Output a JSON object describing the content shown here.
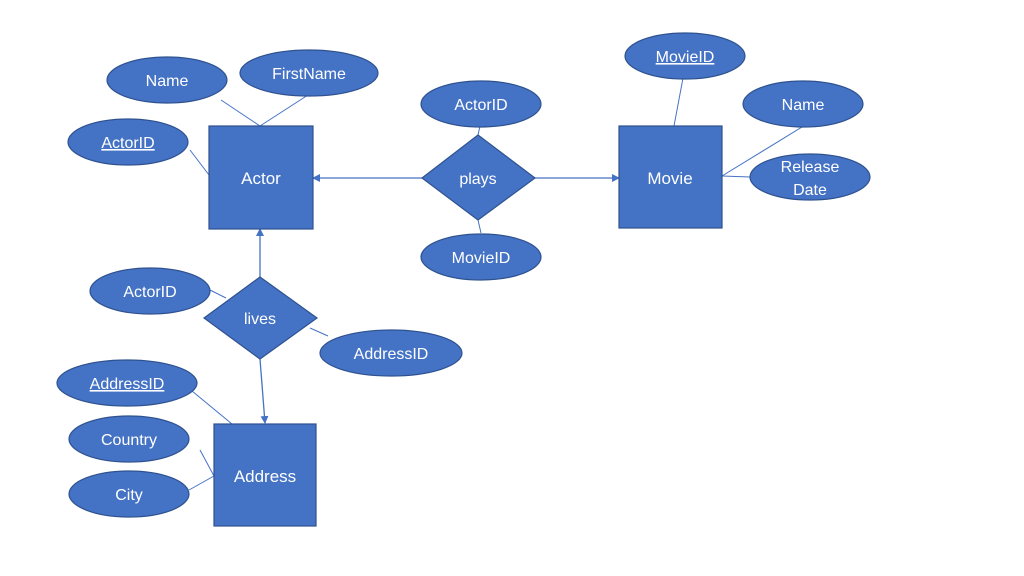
{
  "entities": {
    "actor": "Actor",
    "movie": "Movie",
    "address": "Address"
  },
  "relationships": {
    "plays": "plays",
    "lives": "lives"
  },
  "attributes": {
    "actor_name": "Name",
    "actor_firstname": "FirstName",
    "actor_actorid": "ActorID",
    "plays_actorid": "ActorID",
    "plays_movieid": "MovieID",
    "movie_movieid": "MovieID",
    "movie_name": "Name",
    "movie_release_line1": "Release",
    "movie_release_line2": "Date",
    "lives_actorid": "ActorID",
    "lives_addressid": "AddressID",
    "address_addressid": "AddressID",
    "address_country": "Country",
    "address_city": "City"
  },
  "colors": {
    "fill": "#4472C4",
    "stroke": "#2F528F",
    "text": "#FFFFFF",
    "background": "#FFFFFF"
  }
}
